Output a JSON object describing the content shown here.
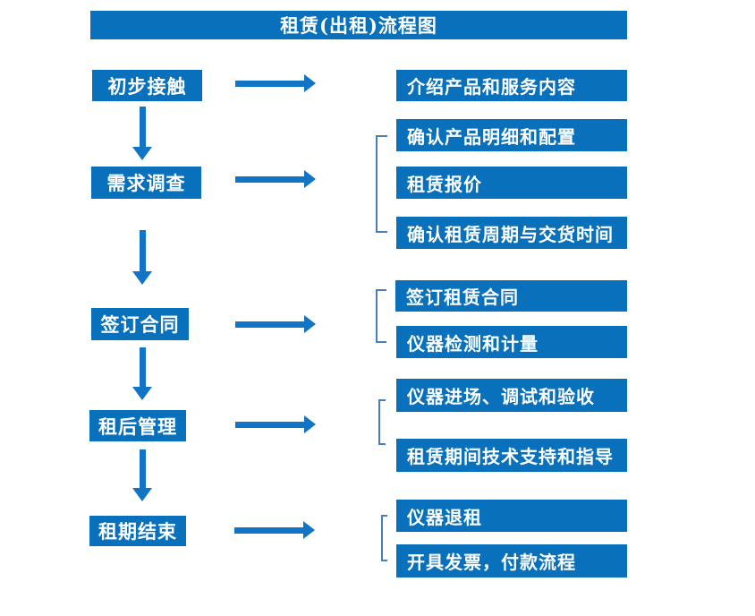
{
  "title": "租赁(出租)流程图",
  "colors": {
    "box_blue": "#0971BC",
    "arrow_blue": "#1274C5",
    "bracket_blue": "#4A7EBB",
    "text_white": "#FFFFFF",
    "background": "#FFFFFF"
  },
  "steps": [
    {
      "label": "初步接触",
      "details": [
        "介绍产品和服务内容"
      ]
    },
    {
      "label": "需求调查",
      "details": [
        "确认产品明细和配置",
        "租赁报价",
        "确认租赁周期与交货时间"
      ]
    },
    {
      "label": "签订合同",
      "details": [
        "签订租赁合同",
        "仪器检测和计量"
      ]
    },
    {
      "label": "租后管理",
      "details": [
        "仪器进场、调试和验收",
        "租赁期间技术支持和指导"
      ]
    },
    {
      "label": "租期结束",
      "details": [
        "仪器退租",
        "开具发票，付款流程"
      ]
    }
  ]
}
